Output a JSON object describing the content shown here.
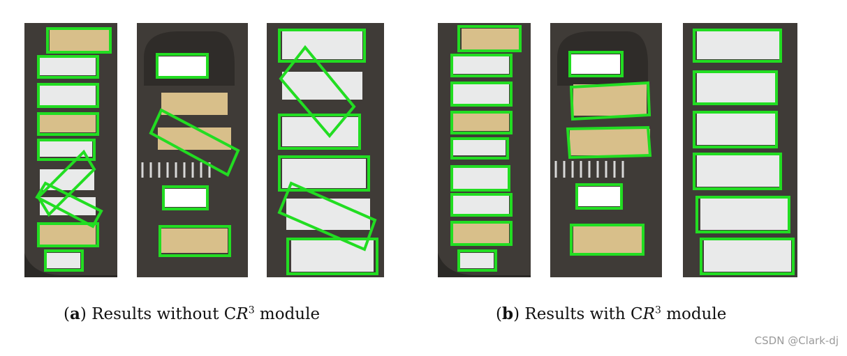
{
  "captions": {
    "a": {
      "letter": "a",
      "text_before": "Results without C",
      "r": "R",
      "sup": "3",
      "text_after": " module"
    },
    "b": {
      "letter": "b",
      "text_before": "Results with C",
      "r": "R",
      "sup": "3",
      "text_after": " module"
    }
  },
  "watermark": "CSDN @Clark-dj",
  "colors": {
    "box": "#22dd22",
    "asphalt": "#3f3b37",
    "beige_vehicle": "#d8bf8a",
    "white_vehicle": "#e9eaea"
  }
}
